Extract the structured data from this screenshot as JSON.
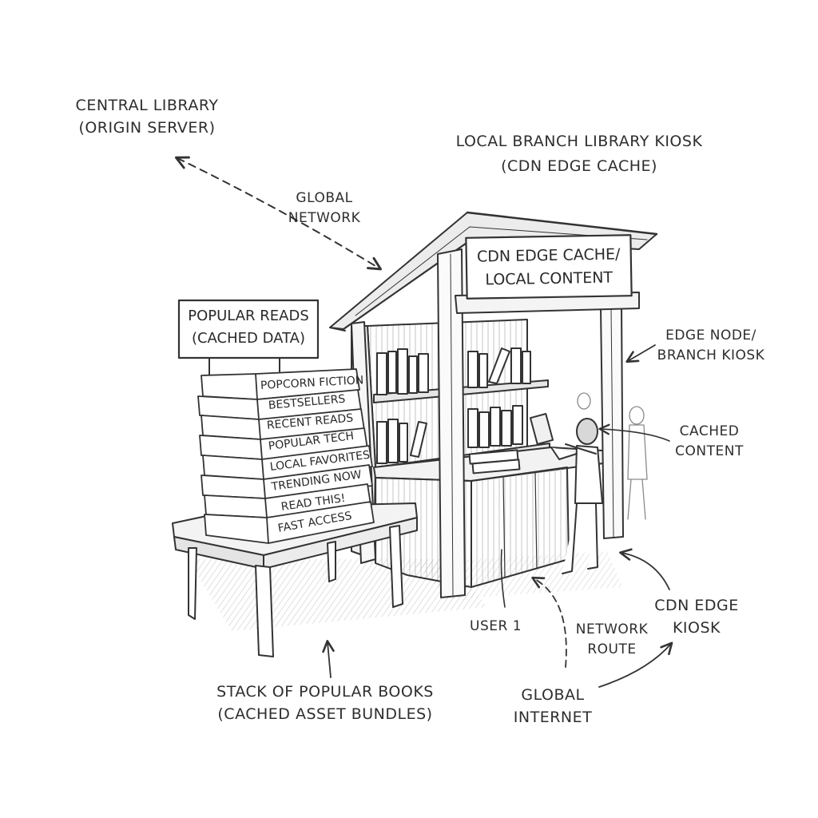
{
  "labels": {
    "central_library": [
      "CENTRAL LIBRARY",
      "(ORIGIN SERVER)"
    ],
    "global_network": [
      "GLOBAL",
      "NETWORK"
    ],
    "local_branch": [
      "LOCAL BRANCH LIBRARY KIOSK",
      "(CDN EDGE CACHE)"
    ],
    "popular_reads_sign": [
      "POPULAR READS",
      "(CACHED DATA)"
    ],
    "kiosk_sign": [
      "CDN EDGE CACHE/",
      "LOCAL CONTENT"
    ],
    "edge_node": [
      "EDGE NODE/",
      "BRANCH KIOSK"
    ],
    "cached_content": [
      "CACHED",
      "CONTENT"
    ],
    "user": "USER 1",
    "network_route": [
      "NETWORK",
      "ROUTE"
    ],
    "cdn_edge_kiosk": [
      "CDN EDGE",
      "KIOSK"
    ],
    "global_internet": [
      "GLOBAL",
      "INTERNET"
    ],
    "stack_caption": [
      "STACK OF POPULAR BOOKS",
      "(CACHED ASSET BUNDLES)"
    ]
  },
  "book_spines": [
    "POPCORN FICTION",
    "BESTSELLERS",
    "RECENT READS",
    "POPULAR TECH",
    "LOCAL FAVORITES",
    "TRENDING NOW",
    "READ THIS!",
    "FAST ACCESS"
  ]
}
